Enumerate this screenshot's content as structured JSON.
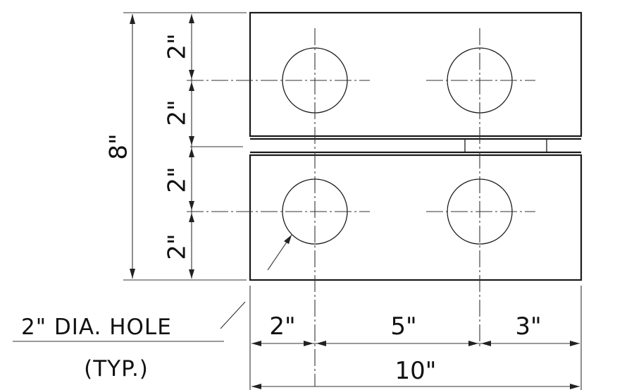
{
  "dimensions": {
    "overall_height": "8\"",
    "vertical_segments": [
      "2\"",
      "2\"",
      "2\"",
      "2\""
    ],
    "horizontal_segments": [
      "2\"",
      "5\"",
      "3\""
    ],
    "overall_width": "10\""
  },
  "note": {
    "line1": "2\" DIA. HOLE",
    "line2": "(TYP.)"
  }
}
